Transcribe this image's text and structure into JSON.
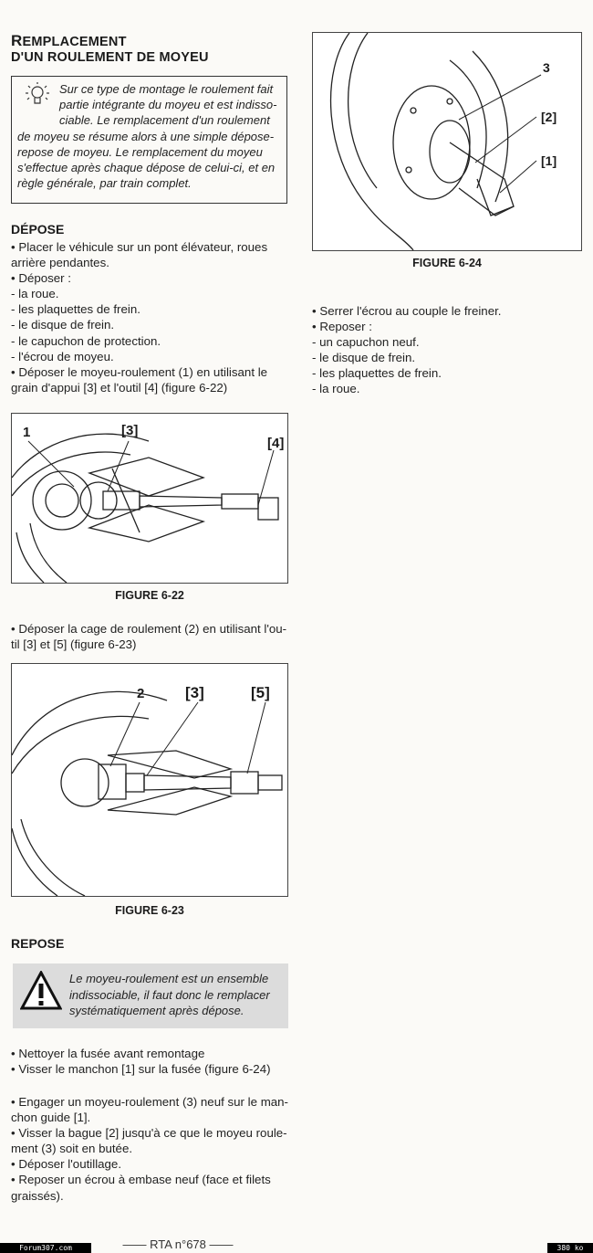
{
  "title": {
    "line1_first": "R",
    "line1_rest": "EMPLACEMENT",
    "line2": "D'UN ROULEMENT DE MOYEU"
  },
  "note": {
    "lines": [
      "Sur ce type de montage le roulement fait",
      "partie intégrante du moyeu et est indisso-",
      "ciable. Le remplacement d'un roulement",
      "de moyeu se résume alors à une simple dépose-",
      "repose de moyeu. Le remplacement du moyeu",
      "s'effectue après chaque dépose de celui-ci, et en",
      "règle générale, par train complet."
    ]
  },
  "depose": {
    "heading": "DÉPOSE",
    "lines": [
      "• Placer le véhicule sur un pont élévateur, roues",
      "arrière pendantes.",
      "• Déposer :",
      "- la roue.",
      "- les plaquettes de frein.",
      "- le disque de frein.",
      "- le capuchon de protection.",
      "- l'écrou de moyeu.",
      "• Déposer le moyeu-roulement (1) en utilisant le",
      "grain d'appui [3] et l'outil [4] (figure 6-22)"
    ]
  },
  "figure_622": {
    "caption": "FIGURE 6-22",
    "labels": [
      "1",
      "[3]",
      "[4]"
    ]
  },
  "mid_text": {
    "lines": [
      "• Déposer la cage de roulement (2) en utilisant l'ou-",
      "til [3] et [5] (figure 6-23)"
    ]
  },
  "figure_623": {
    "caption": "FIGURE 6-23",
    "labels": [
      "2",
      "[3]",
      "[5]"
    ]
  },
  "repose": {
    "heading": "REPOSE",
    "warning": [
      "Le moyeu-roulement est un ensemble",
      "indissociable, il faut donc le remplacer",
      "systématiquement après dépose."
    ],
    "block1": [
      "• Nettoyer la fusée avant remontage",
      "• Visser le manchon [1] sur la fusée (figure 6-24)"
    ],
    "block2": [
      "• Engager un moyeu-roulement (3) neuf sur le man-",
      "chon guide [1].",
      "• Visser la bague [2] jusqu'à ce que le moyeu roule-",
      "ment (3) soit en butée.",
      "• Déposer l'outillage.",
      "• Reposer un écrou à embase neuf (face et filets",
      "graissés)."
    ]
  },
  "figure_624": {
    "caption": "FIGURE 6-24",
    "labels": [
      "3",
      "[2]",
      "[1]"
    ]
  },
  "right_text": {
    "lines": [
      "• Serrer l'écrou au couple le freiner.",
      "• Reposer :",
      "- un capuchon neuf.",
      "- le disque de frein.",
      "- les plaquettes de frein.",
      "- la roue."
    ]
  },
  "footer": {
    "left": "Forum307.com",
    "center": "—— RTA n°678 ——",
    "right": "380 ko"
  }
}
